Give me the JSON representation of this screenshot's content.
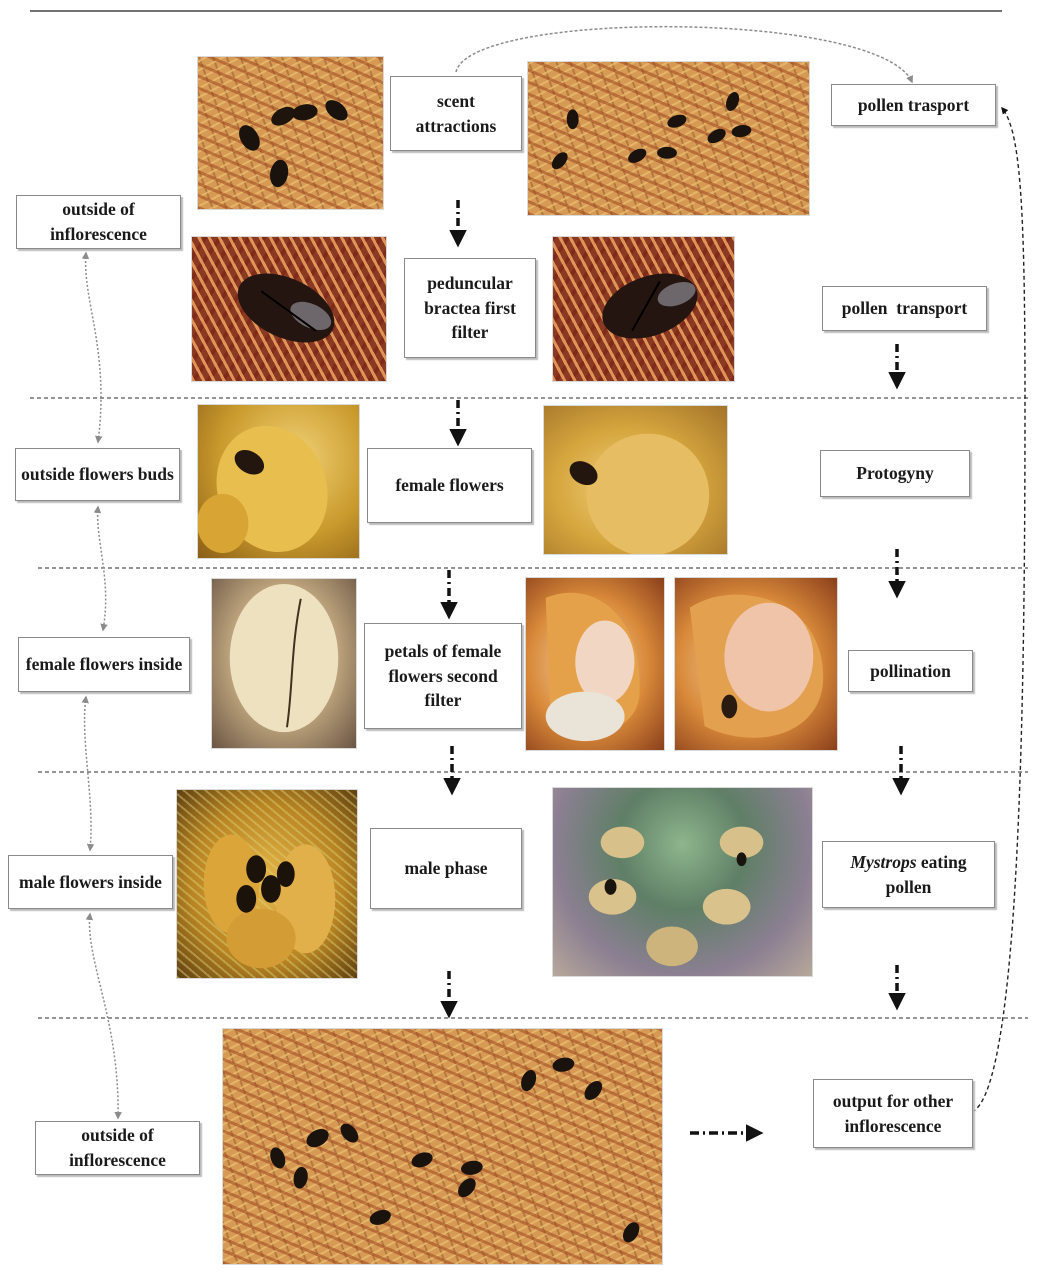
{
  "labels": {
    "scent": "scent attractions",
    "pollen_trasport": "pollen trasport",
    "outside_infl_top": "outside of inflorescence",
    "peduncular": "peduncular bractea first filter",
    "pollen_transport": "pollen  transport",
    "outside_flowers_buds": "outside flowers buds",
    "female_flowers": "female flowers",
    "protogyny": "Protogyny",
    "female_flowers_inside": "female flowers inside",
    "petals_second_filter": "petals of female flowers second filter",
    "pollination": "pollination",
    "male_flowers_inside": "male flowers inside",
    "male_phase": "male phase",
    "mystrops_italic": "Mystrops",
    "mystrops_rest": " eating pollen",
    "outside_infl_bottom": "outside of inflorescence",
    "output_other": "output for other inflorescence"
  },
  "colors": {
    "box_border": "#8a8a8a",
    "divider": "#555555",
    "arrow_black": "#111111",
    "arrow_grey": "#8c8c8c"
  }
}
